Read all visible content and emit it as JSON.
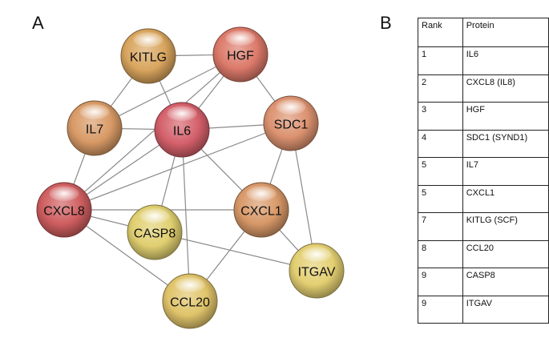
{
  "panels": {
    "a": "A",
    "b": "B"
  },
  "network": {
    "nodes": [
      {
        "id": "KITLG",
        "label": "KITLG",
        "color": "#d9a55e"
      },
      {
        "id": "HGF",
        "label": "HGF",
        "color": "#dc7a6a"
      },
      {
        "id": "IL7",
        "label": "IL7",
        "color": "#d89a66"
      },
      {
        "id": "IL6",
        "label": "IL6",
        "color": "#d4606a"
      },
      {
        "id": "SDC1",
        "label": "SDC1",
        "color": "#dc9270"
      },
      {
        "id": "CXCL8",
        "label": "CXCL8",
        "color": "#cf5e60"
      },
      {
        "id": "CXCL1",
        "label": "CXCL1",
        "color": "#d89868"
      },
      {
        "id": "CASP8",
        "label": "CASP8",
        "color": "#e0cf70"
      },
      {
        "id": "ITGAV",
        "label": "ITGAV",
        "color": "#e3cf72"
      },
      {
        "id": "CCL20",
        "label": "CCL20",
        "color": "#e0c46a"
      }
    ],
    "edges": [
      [
        "KITLG",
        "HGF"
      ],
      [
        "KITLG",
        "IL6"
      ],
      [
        "KITLG",
        "IL7"
      ],
      [
        "HGF",
        "IL6"
      ],
      [
        "HGF",
        "SDC1"
      ],
      [
        "HGF",
        "IL7"
      ],
      [
        "HGF",
        "CXCL8"
      ],
      [
        "IL7",
        "IL6"
      ],
      [
        "IL7",
        "CXCL8"
      ],
      [
        "IL6",
        "SDC1"
      ],
      [
        "IL6",
        "CXCL8"
      ],
      [
        "IL6",
        "CXCL1"
      ],
      [
        "IL6",
        "CASP8"
      ],
      [
        "IL6",
        "CCL20"
      ],
      [
        "SDC1",
        "CXCL8"
      ],
      [
        "SDC1",
        "CXCL1"
      ],
      [
        "SDC1",
        "ITGAV"
      ],
      [
        "CXCL8",
        "CXCL1"
      ],
      [
        "CXCL8",
        "CASP8"
      ],
      [
        "CXCL8",
        "CCL20"
      ],
      [
        "CXCL1",
        "ITGAV"
      ],
      [
        "CXCL1",
        "CCL20"
      ],
      [
        "CASP8",
        "ITGAV"
      ]
    ]
  },
  "table": {
    "headers": [
      "Rank",
      "Protein"
    ],
    "rows": [
      [
        "1",
        "IL6"
      ],
      [
        "2",
        "CXCL8 (IL8)"
      ],
      [
        "3",
        "HGF"
      ],
      [
        "4",
        "SDC1 (SYND1)"
      ],
      [
        "5",
        "IL7"
      ],
      [
        "5",
        "CXCL1"
      ],
      [
        "7",
        "KITLG (SCF)"
      ],
      [
        "8",
        "CCL20"
      ],
      [
        "9",
        "CASP8"
      ],
      [
        "9",
        "ITGAV"
      ]
    ]
  }
}
